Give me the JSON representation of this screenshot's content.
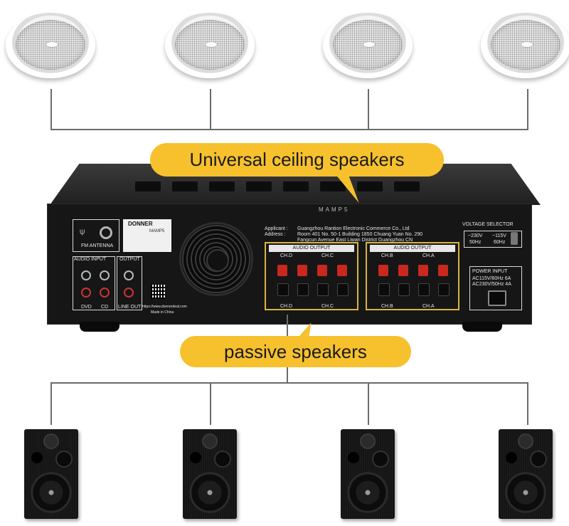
{
  "callouts": {
    "top": "Universal ceiling speakers",
    "bottom": "passive speakers"
  },
  "amplifier": {
    "brand_label": "DONNER",
    "model_text": "MAMP5",
    "fm_antenna": "FM ANTENNA",
    "audio_input": "AUDIO INPUT",
    "output": "OUTPUT",
    "dvd": "DVD",
    "cd": "CD",
    "line_out": "LINE OUT",
    "audio_output": "AUDIO OUTPUT",
    "ch_a": "CH.A",
    "ch_b": "CH.B",
    "ch_c": "CH.C",
    "ch_d": "CH.D",
    "voltage_selector": "VOLTAGE SELECTOR",
    "v230": "~230V",
    "hz50": "50Hz",
    "v115": "~115V",
    "hz60": "60Hz",
    "power_input": "POWER INPUT",
    "ac115": "AC115V/60Hz 6A",
    "ac230": "AC230V/50Hz 4A",
    "applicant_label": "Applicant :",
    "applicant_value": "Guangzhou Rantion Electronic Commerce Co., Ltd",
    "address_label": "Address :",
    "address_line1": "Room 401 No. 50-1 Building 1850 Chuang Yuan No. 290",
    "address_line2": "Fangcun Avenue East Liwan District Guangzhou CN",
    "website": "https://www.donnerdeal.com",
    "made_in": "Made in China"
  },
  "colors": {
    "callout": "#f7c12d",
    "highlight_border": "#d9b53f",
    "amp_body": "#1c1c1c",
    "wire": "#6b6b6b"
  }
}
